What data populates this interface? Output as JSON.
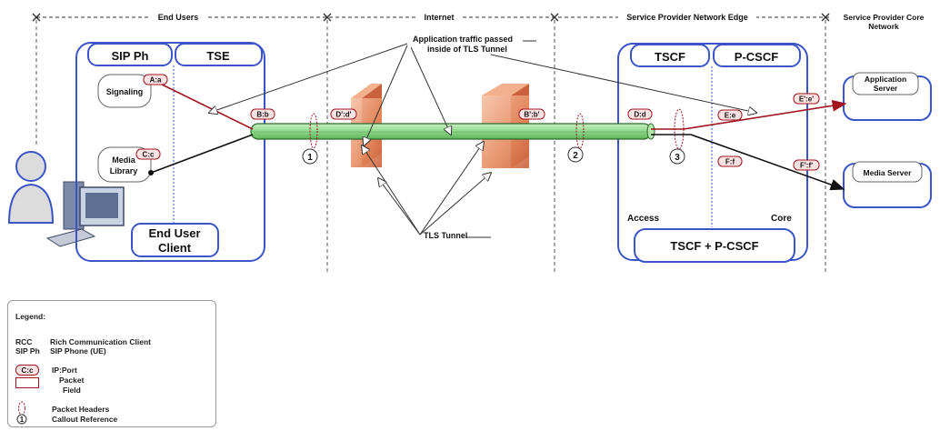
{
  "zones": {
    "end_users": "End Users",
    "internet": "Internet",
    "edge": "Service Provider Network Edge",
    "core_line1": "Service Provider Core",
    "core_line2": "Network"
  },
  "client": {
    "sip_ph": "SIP Ph",
    "tse": "TSE",
    "signaling": "Signaling",
    "media_line1": "Media",
    "media_line2": "Library",
    "label_line1": "End User",
    "label_line2": "Client"
  },
  "provider": {
    "tscf": "TSCF",
    "pcscf": "P-CSCF",
    "access": "Access",
    "core": "Core",
    "combined": "TSCF + P-CSCF"
  },
  "servers": {
    "app_line1": "Application",
    "app_line2": "Server",
    "media": "Media Server"
  },
  "annotations": {
    "app_traffic_line1": "Application traffic passed",
    "app_traffic_line2": "inside of TLS Tunnel",
    "tls_tunnel": "TLS Tunnel"
  },
  "ip_ports": {
    "a": "A:a",
    "b": "B:b",
    "c": "C:c",
    "d1": "D':d'",
    "b2": "B':b'",
    "d2": "D:d",
    "e1": "E:e",
    "e2": "E':e'",
    "f1": "F:f",
    "f2": "F':f'"
  },
  "callouts": [
    "1",
    "2",
    "3"
  ],
  "legend": {
    "title": "Legend:",
    "rcc_abbr": "RCC",
    "rcc_desc": "Rich Communication Client",
    "sip_abbr": "SIP Ph",
    "sip_desc": "SIP Phone (UE)",
    "ipport_sym": "C:c",
    "ipport_desc": "IP:Port",
    "packet_line1": "Packet",
    "packet_line2": "Field",
    "headers_desc": "Packet Headers",
    "callout_sym": "1",
    "callout_desc": "Callout Reference"
  },
  "colors": {
    "frame_blue": "#3b55c8",
    "tunnel_green": "#8fd88a",
    "signal_red": "#a0131f",
    "firewall": "#e8946a"
  }
}
